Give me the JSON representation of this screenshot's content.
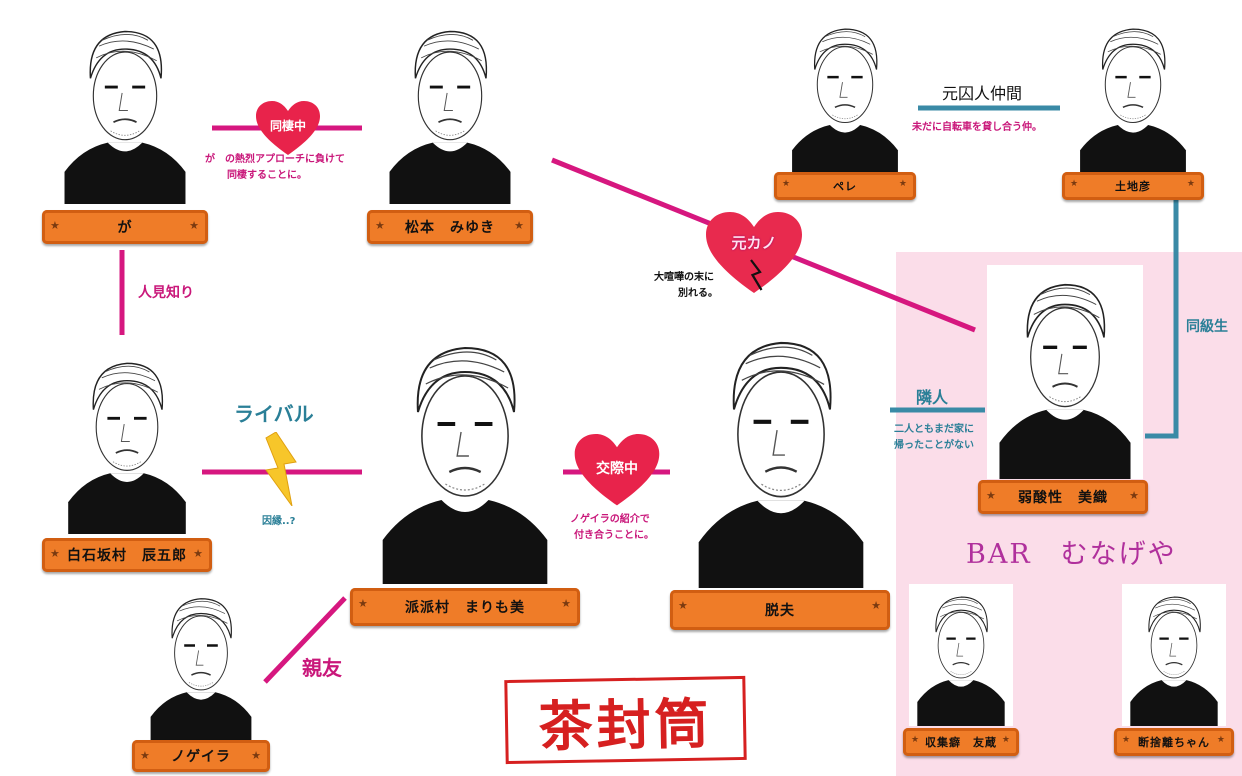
{
  "characters": {
    "ga": "が",
    "matsumoto": "松本　みゆき",
    "pere": "ペレ",
    "tochihiko": "土地彦",
    "shiraishi": "白石坂村　辰五郎",
    "hahamura": "派派村　まりも美",
    "datsuo": "脱夫",
    "jakusansei": "弱酸性　美織",
    "nogeira": "ノゲイラ",
    "shushu": "収集癖　友蔵",
    "danshari": "断捨離ちゃん"
  },
  "relations": {
    "doseichu": "同棲中",
    "doseichu_note_1": "が　の熱烈アプローチに負けて",
    "doseichu_note_2": "同棲することに。",
    "motokano": "元カノ",
    "motokano_note_1": "大喧嘩の末に",
    "motokano_note_2": "別れる。",
    "moto_shujin": "元囚人仲間",
    "moto_shujin_note": "未だに自転車を貸し合う仲。",
    "hitomishiri": "人見知り",
    "rival": "ライバル",
    "rival_note": "因縁..?",
    "kosaichu": "交際中",
    "kosaichu_note_1": "ノゲイラの紹介で",
    "kosaichu_note_2": "付き合うことに。",
    "shinyu": "親友",
    "rinjin": "隣人",
    "rinjin_note_1": "二人ともまだ家に",
    "rinjin_note_2": "帰ったことがない",
    "dokyusei": "同級生"
  },
  "group": {
    "bar_name": "BAR　むなげや"
  },
  "stamp": {
    "text": "茶封筒"
  },
  "colors": {
    "pink_line": "#d6177f",
    "blue_line": "#3a8aa6",
    "plate": "#ef7c28",
    "bar_zone": "#fbdde9",
    "stamp": "#d62020"
  },
  "icons": {
    "heart": "heart-icon",
    "lightning": "lightning-icon",
    "star": "star-icon"
  }
}
